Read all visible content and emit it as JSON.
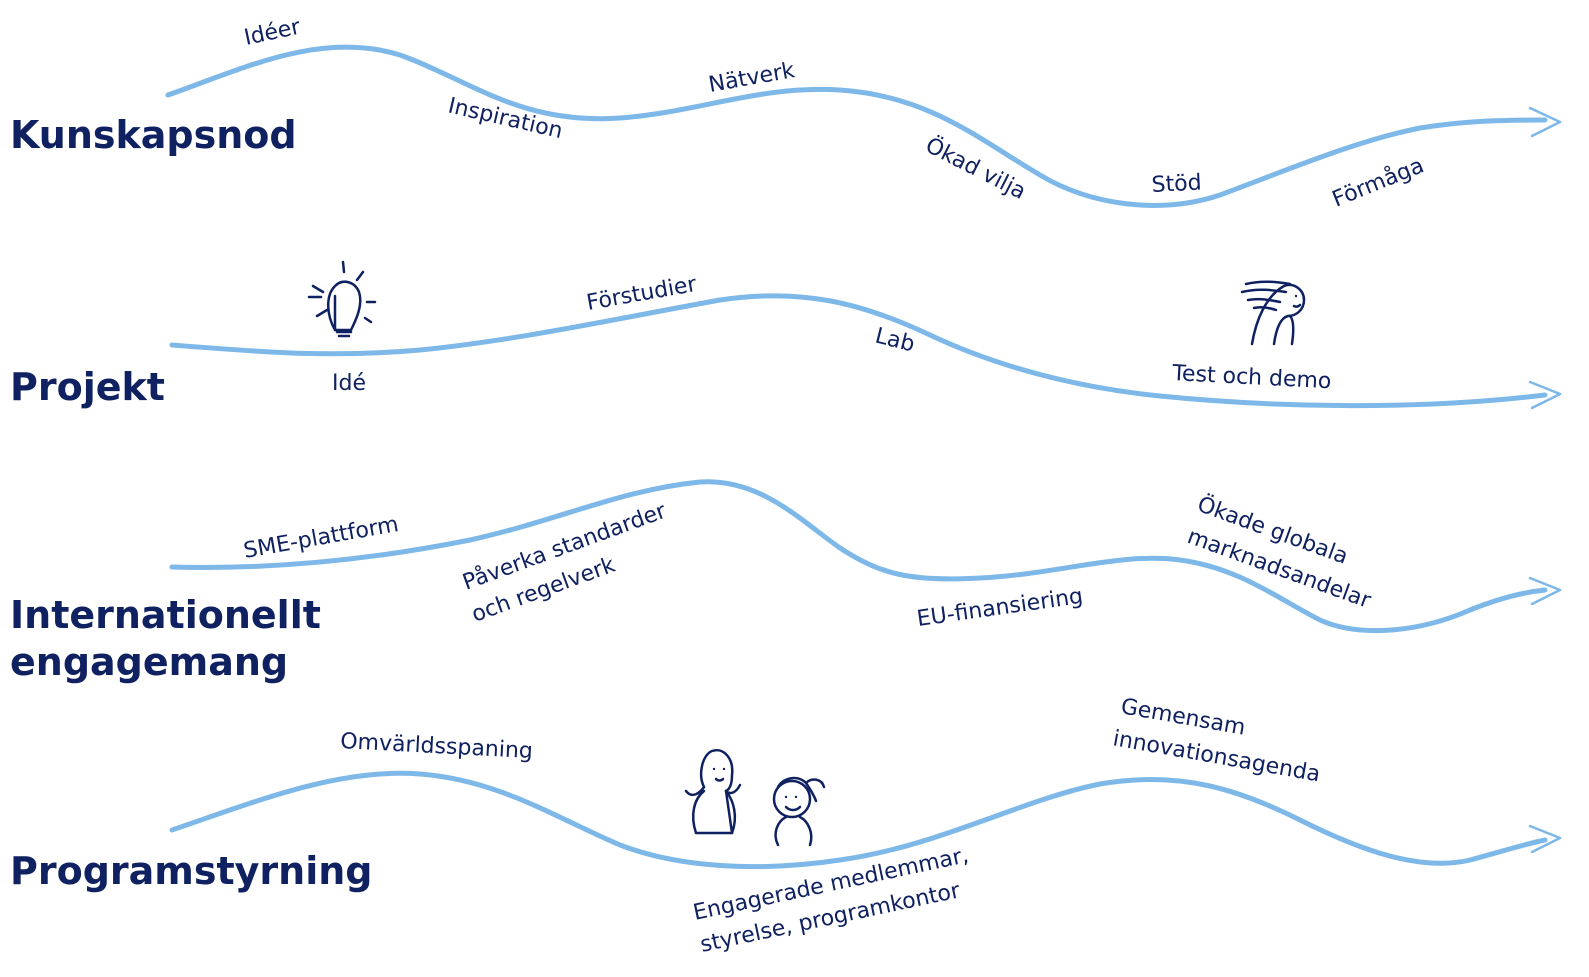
{
  "colors": {
    "title": "#0f2160",
    "wave": "#7db8e8",
    "background": "#ffffff"
  },
  "rows": [
    {
      "title": "Kunskapsnod",
      "steps": [
        "Idéer",
        "Inspiration",
        "Nätverk",
        "Ökad vilja",
        "Stöd",
        "Förmåga"
      ]
    },
    {
      "title": "Projekt",
      "steps": [
        "Idé",
        "Förstudier",
        "Lab",
        "Test och demo"
      ],
      "icons": [
        "lightbulb-icon",
        "wind-hair-person-icon"
      ]
    },
    {
      "title_lines": [
        "Internationellt",
        "engagemang"
      ],
      "steps": [
        "SME-plattform",
        "Påverka standarder",
        "och regelverk",
        "EU-finansiering",
        "Ökade globala",
        "marknadsandelar"
      ]
    },
    {
      "title": "Programstyrning",
      "steps": [
        "Omvärldsspaning",
        "Engagerade medlemmar,",
        "styrelse, programkontor",
        "Gemensam",
        "innovationsagenda"
      ],
      "icons": [
        "woman-icon",
        "smiling-person-icon"
      ]
    }
  ]
}
